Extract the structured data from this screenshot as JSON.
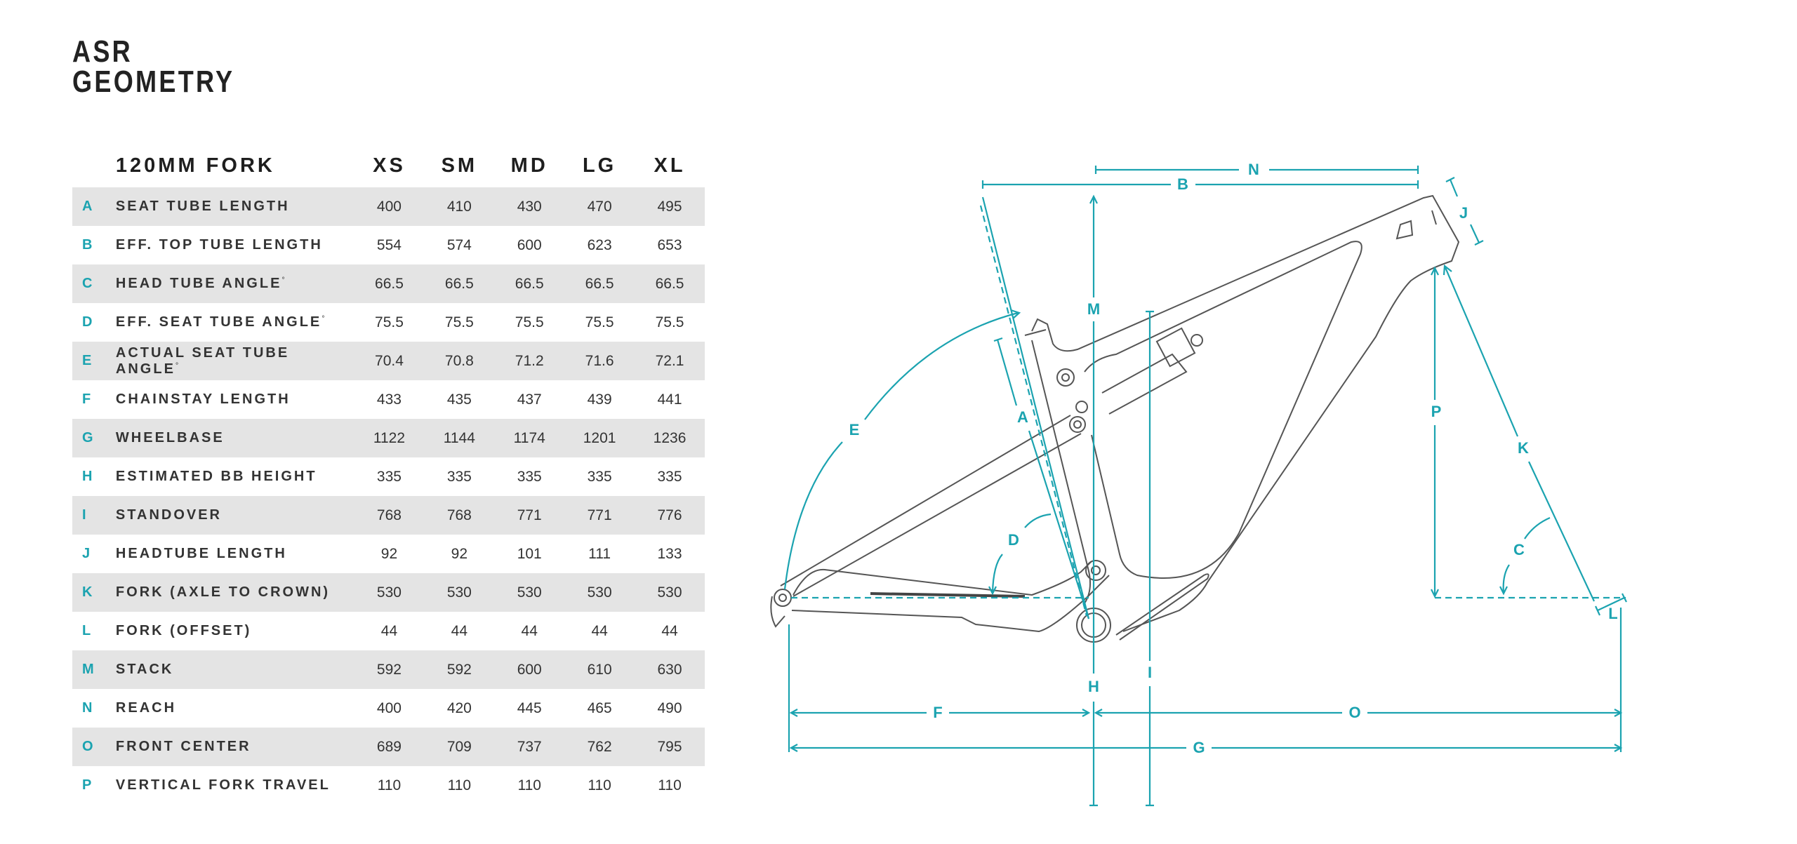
{
  "title": {
    "line1": "ASR",
    "line2": "GEOMETRY"
  },
  "table": {
    "header": {
      "label": "120MM FORK",
      "sizes": [
        "XS",
        "SM",
        "MD",
        "LG",
        "XL"
      ]
    },
    "rows": [
      {
        "key": "A",
        "name": "SEAT TUBE LENGTH",
        "unit": "",
        "values": [
          "400",
          "410",
          "430",
          "470",
          "495"
        ]
      },
      {
        "key": "B",
        "name": "EFF. TOP TUBE LENGTH",
        "unit": "",
        "values": [
          "554",
          "574",
          "600",
          "623",
          "653"
        ]
      },
      {
        "key": "C",
        "name": "HEAD TUBE ANGLE",
        "unit": "°",
        "values": [
          "66.5",
          "66.5",
          "66.5",
          "66.5",
          "66.5"
        ]
      },
      {
        "key": "D",
        "name": "EFF. SEAT TUBE ANGLE",
        "unit": "°",
        "values": [
          "75.5",
          "75.5",
          "75.5",
          "75.5",
          "75.5"
        ]
      },
      {
        "key": "E",
        "name": "ACTUAL SEAT TUBE ANGLE",
        "unit": "°",
        "values": [
          "70.4",
          "70.8",
          "71.2",
          "71.6",
          "72.1"
        ]
      },
      {
        "key": "F",
        "name": "CHAINSTAY LENGTH",
        "unit": "",
        "values": [
          "433",
          "435",
          "437",
          "439",
          "441"
        ]
      },
      {
        "key": "G",
        "name": "WHEELBASE",
        "unit": "",
        "values": [
          "1122",
          "1144",
          "1174",
          "1201",
          "1236"
        ]
      },
      {
        "key": "H",
        "name": "ESTIMATED BB HEIGHT",
        "unit": "",
        "values": [
          "335",
          "335",
          "335",
          "335",
          "335"
        ]
      },
      {
        "key": "I",
        "name": "STANDOVER",
        "unit": "",
        "values": [
          "768",
          "768",
          "771",
          "771",
          "776"
        ]
      },
      {
        "key": "J",
        "name": "HEADTUBE LENGTH",
        "unit": "",
        "values": [
          "92",
          "92",
          "101",
          "111",
          "133"
        ]
      },
      {
        "key": "K",
        "name": "FORK (AXLE TO CROWN)",
        "unit": "",
        "values": [
          "530",
          "530",
          "530",
          "530",
          "530"
        ]
      },
      {
        "key": "L",
        "name": "FORK (OFFSET)",
        "unit": "",
        "values": [
          "44",
          "44",
          "44",
          "44",
          "44"
        ]
      },
      {
        "key": "M",
        "name": "STACK",
        "unit": "",
        "values": [
          "592",
          "592",
          "600",
          "610",
          "630"
        ]
      },
      {
        "key": "N",
        "name": "REACH",
        "unit": "",
        "values": [
          "400",
          "420",
          "445",
          "465",
          "490"
        ]
      },
      {
        "key": "O",
        "name": "FRONT CENTER",
        "unit": "",
        "values": [
          "689",
          "709",
          "737",
          "762",
          "795"
        ]
      },
      {
        "key": "P",
        "name": "VERTICAL FORK TRAVEL",
        "unit": "",
        "values": [
          "110",
          "110",
          "110",
          "110",
          "110"
        ]
      }
    ]
  },
  "diagram": {
    "accent": "#1ba3b0",
    "labels": {
      "A": "A",
      "B": "B",
      "C": "C",
      "D": "D",
      "E": "E",
      "F": "F",
      "G": "G",
      "H": "H",
      "I": "I",
      "J": "J",
      "K": "K",
      "L": "L",
      "M": "M",
      "N": "N",
      "O": "O",
      "P": "P"
    }
  }
}
